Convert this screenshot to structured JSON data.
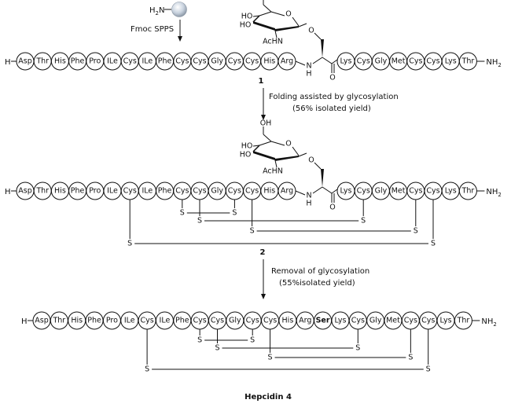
{
  "resin": {
    "label": "H2N",
    "label_main": "H",
    "label_sub": "2",
    "label_tail": "N"
  },
  "step0": {
    "label": "Fmoc SPPS"
  },
  "rows": [
    {
      "id": "compound-1",
      "n_term": "H",
      "c_term_main": "NH",
      "c_term_sub": "2",
      "residues_before": [
        "Asp",
        "Thr",
        "His",
        "Phe",
        "Pro",
        "ILe",
        "Cys",
        "ILe",
        "Phe",
        "Cys",
        "Cys",
        "Gly",
        "Cys",
        "Cys",
        "His",
        "Arg"
      ],
      "residues_after": [
        "Lys",
        "Cys",
        "Gly",
        "Met",
        "Cys",
        "Cys",
        "Lys",
        "Thr"
      ],
      "glyco": true,
      "disulfides": []
    },
    {
      "id": "compound-2",
      "n_term": "H",
      "c_term_main": "NH",
      "c_term_sub": "2",
      "residues_before": [
        "Asp",
        "Thr",
        "His",
        "Phe",
        "Pro",
        "ILe",
        "Cys",
        "ILe",
        "Phe",
        "Cys",
        "Cys",
        "Gly",
        "Cys",
        "Cys",
        "His",
        "Arg"
      ],
      "residues_after": [
        "Lys",
        "Cys",
        "Gly",
        "Met",
        "Cys",
        "Cys",
        "Lys",
        "Thr"
      ],
      "glyco": true,
      "disulfides": [
        {
          "from": "Cys10",
          "to": "Cys13"
        },
        {
          "from": "Cys11",
          "to": "Cys18"
        },
        {
          "from": "Cys14",
          "to": "Cys21"
        },
        {
          "from": "Cys7",
          "to": "Cys22"
        }
      ]
    },
    {
      "id": "hepcidin-4",
      "n_term": "H",
      "c_term_main": "NH",
      "c_term_sub": "2",
      "residues": [
        "Asp",
        "Thr",
        "His",
        "Phe",
        "Pro",
        "ILe",
        "Cys",
        "ILe",
        "Phe",
        "Cys",
        "Cys",
        "Gly",
        "Cys",
        "Cys",
        "His",
        "Arg",
        "Ser",
        "Lys",
        "Cys",
        "Gly",
        "Met",
        "Cys",
        "Cys",
        "Lys",
        "Thr"
      ],
      "bold_residue": "Ser",
      "disulfides": [
        {
          "from": "Cys10",
          "to": "Cys13"
        },
        {
          "from": "Cys11",
          "to": "Cys19"
        },
        {
          "from": "Cys14",
          "to": "Cys22"
        },
        {
          "from": "Cys7",
          "to": "Cys23"
        }
      ]
    }
  ],
  "glycan": {
    "oh_top": "OH",
    "ho_1": "HO",
    "ho_2": "HO",
    "ring_o": "O",
    "glyco_o": "O",
    "achn": "AcHN",
    "n": "N",
    "h": "H",
    "carbonyl_o": "O"
  },
  "sulfur": "S",
  "compound_labels": {
    "c1": "1",
    "c2": "2",
    "c4": "Hepcidin 4"
  },
  "step1": {
    "line1": "Folding assisted by glycosylation",
    "line2": "(56% isolated yield)"
  },
  "step2": {
    "line1": "Removal of glycosylation",
    "line2": "(55%isolated yield)"
  }
}
